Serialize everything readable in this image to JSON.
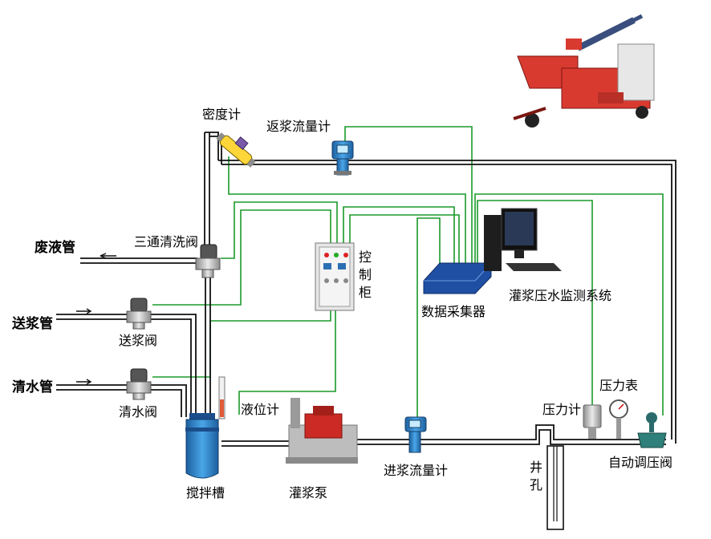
{
  "labels": {
    "density_meter": "密度计",
    "return_flowmeter": "返浆流量计",
    "waste_pipe": "废液管",
    "three_way_valve": "三通清洗阀",
    "feed_pipe": "送浆管",
    "feed_valve": "送浆阀",
    "water_pipe": "清水管",
    "water_valve": "清水阀",
    "control_cabinet": "控制柜",
    "data_collector": "数据采集器",
    "monitor_system": "灌浆压水监测系统",
    "level_gauge": "液位计",
    "mixing_tank": "搅拌槽",
    "grout_pump": "灌浆泵",
    "inlet_flowmeter": "进浆流量计",
    "pressure_meter": "压力计",
    "pressure_gauge": "压力表",
    "auto_valve": "自动调压阀",
    "borehole": "井孔"
  },
  "colors": {
    "pipe": "#111111",
    "signal_wire": "#1a9a2a",
    "device_blue": "#2f86c8",
    "cabinet": "#e6e6e6",
    "machine_red": "#d93a30"
  },
  "icons": {
    "arrow_out": "arrow-left-icon",
    "arrow_in": "arrow-right-icon"
  }
}
